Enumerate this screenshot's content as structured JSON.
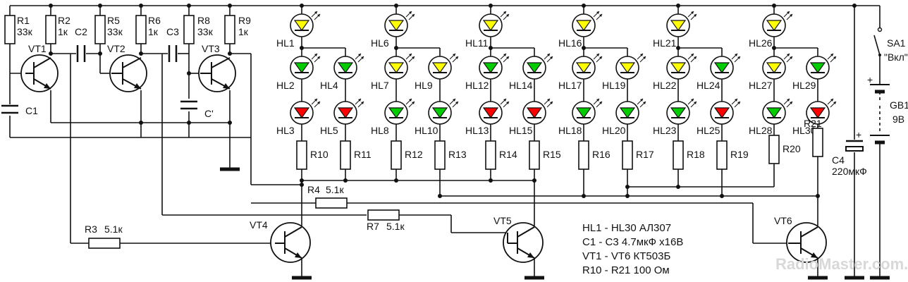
{
  "oscillator": {
    "resistors": [
      {
        "ref": "R1",
        "value": "33к"
      },
      {
        "ref": "R2",
        "value": "1к"
      },
      {
        "ref": "R5",
        "value": "33к"
      },
      {
        "ref": "R6",
        "value": "1к"
      },
      {
        "ref": "R8",
        "value": "33к"
      },
      {
        "ref": "R9",
        "value": "1к"
      }
    ],
    "transistors": [
      "VT1",
      "VT2",
      "VT3"
    ],
    "capacitors": [
      "C1",
      "C2",
      "C3",
      "C'"
    ]
  },
  "leds": {
    "top_row": [
      {
        "ref": "HL1",
        "color": "#ffff00"
      },
      {
        "ref": "HL6",
        "color": "#ffff00"
      },
      {
        "ref": "HL11",
        "color": "#ffff00"
      },
      {
        "ref": "HL16",
        "color": "#ffff00"
      },
      {
        "ref": "HL21",
        "color": "#ffff00"
      },
      {
        "ref": "HL26",
        "color": "#ffff00"
      }
    ],
    "middle_row": [
      {
        "ref": "HL2",
        "color": "#00cc00"
      },
      {
        "ref": "HL4",
        "color": "#00cc00"
      },
      {
        "ref": "HL7",
        "color": "#ffff00"
      },
      {
        "ref": "HL9",
        "color": "#ffff00"
      },
      {
        "ref": "HL12",
        "color": "#00cc00"
      },
      {
        "ref": "HL14",
        "color": "#00cc00"
      },
      {
        "ref": "HL17",
        "color": "#ffff00"
      },
      {
        "ref": "HL19",
        "color": "#ffff00"
      },
      {
        "ref": "HL22",
        "color": "#ffff00"
      },
      {
        "ref": "HL24",
        "color": "#00cc00"
      },
      {
        "ref": "HL27",
        "color": "#ffff00"
      },
      {
        "ref": "HL29",
        "color": "#00cc00"
      }
    ],
    "bottom_row": [
      {
        "ref": "HL3",
        "color": "#ff0000"
      },
      {
        "ref": "HL5",
        "color": "#ff0000"
      },
      {
        "ref": "HL8",
        "color": "#00cc00"
      },
      {
        "ref": "HL10",
        "color": "#00cc00"
      },
      {
        "ref": "HL13",
        "color": "#ff0000"
      },
      {
        "ref": "HL15",
        "color": "#ff0000"
      },
      {
        "ref": "HL18",
        "color": "#00cc00"
      },
      {
        "ref": "HL20",
        "color": "#00cc00"
      },
      {
        "ref": "HL23",
        "color": "#00cc00"
      },
      {
        "ref": "HL25",
        "color": "#ff0000"
      },
      {
        "ref": "HL28",
        "color": "#00cc00"
      },
      {
        "ref": "HL30",
        "color": "#ff0000"
      }
    ]
  },
  "series_resistors": [
    "R10",
    "R11",
    "R12",
    "R13",
    "R14",
    "R15",
    "R16",
    "R17",
    "R18",
    "R19",
    "R20",
    "R21"
  ],
  "drivers": {
    "vt4": "VT4",
    "vt5": "VT5",
    "vt6": "VT6",
    "r3": {
      "ref": "R3",
      "value": "5.1к"
    },
    "r4": {
      "ref": "R4",
      "value": "5.1к"
    },
    "r7": {
      "ref": "R7",
      "value": "5.1к"
    }
  },
  "power": {
    "switch": {
      "ref": "SA1",
      "state": "\"Вкл\""
    },
    "battery": {
      "ref": "GB1",
      "voltage": "9В"
    },
    "capacitor": {
      "ref": "C4",
      "value": "220мкФ"
    }
  },
  "notes": [
    "HL1 - HL30 АЛ307",
    "C1 - C3 4.7мкФ х16В",
    "VT1 - VT6 КТ503Б",
    "R10 - R21 100 Ом"
  ],
  "watermark": "RadioMaster.com.ua"
}
